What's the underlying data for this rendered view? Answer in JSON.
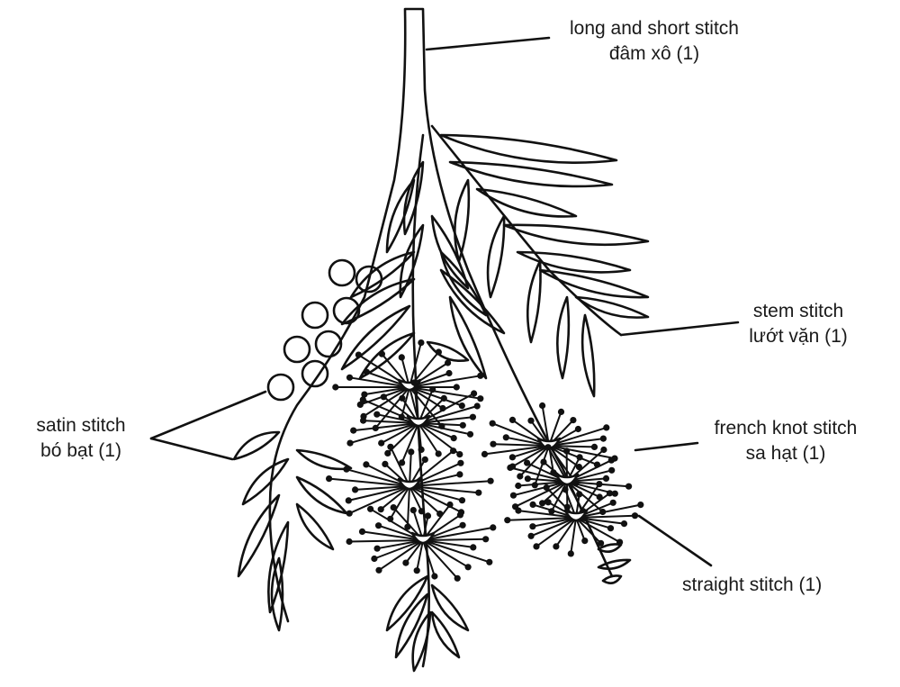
{
  "labels": {
    "long_short": {
      "en": "long and short stitch",
      "vi": "đâm xô (1)"
    },
    "stem": {
      "en": "stem stitch",
      "vi": "lướt vặn (1)"
    },
    "satin": {
      "en": "satin stitch",
      "vi": "bó bạt (1)"
    },
    "french": {
      "en": "french knot stitch",
      "vi": "sa hạt (1)"
    },
    "straight": {
      "en": "straight stitch (1)"
    }
  },
  "colors": {
    "stroke": "#111111",
    "text": "#1a1a1a",
    "background": "#ffffff"
  }
}
